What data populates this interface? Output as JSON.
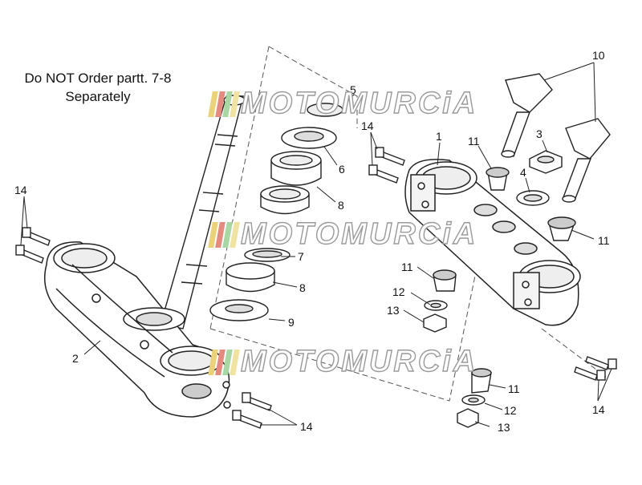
{
  "note": {
    "line1": "Do NOT Order partt. 7-8",
    "line2": "Separately"
  },
  "watermark": {
    "text": "MOTOMURCiA",
    "bar_colors": [
      "#e9d27a",
      "#e58a7e",
      "#a9d7a4",
      "#f0e2a0"
    ]
  },
  "callouts": {
    "c1": "1",
    "c2": "2",
    "c3": "3",
    "c4": "4",
    "c5": "5",
    "c6": "6",
    "c7": "7",
    "c8a": "8",
    "c8b": "8",
    "c9": "9",
    "c10": "10",
    "c11a": "11",
    "c11b": "11",
    "c11c": "11",
    "c11d": "11",
    "c12a": "12",
    "c12b": "12",
    "c13a": "13",
    "c13b": "13",
    "c14a": "14",
    "c14b": "14",
    "c14c": "14",
    "c14d": "14"
  },
  "colors": {
    "line": "#222222",
    "fill": "#ffffff",
    "shade": "#cfcfcf"
  }
}
